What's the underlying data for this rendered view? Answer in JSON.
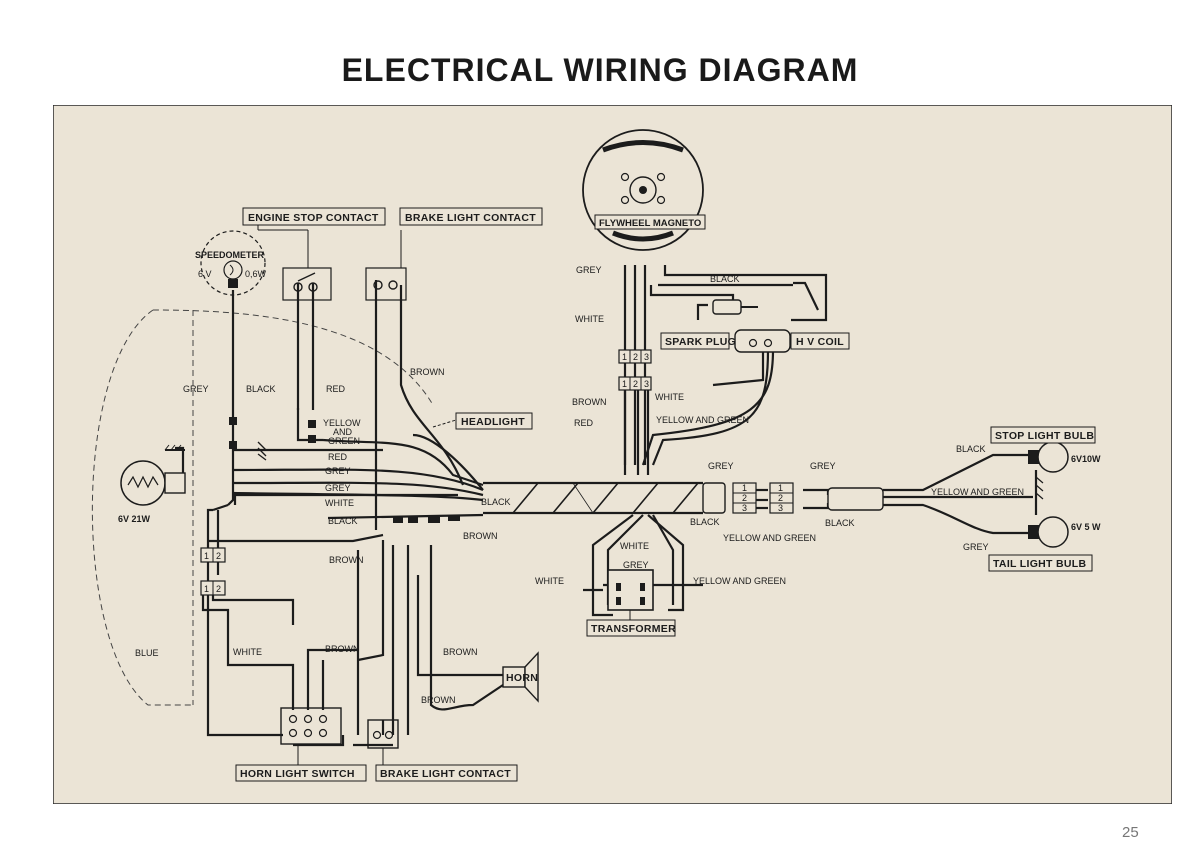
{
  "title": "ELECTRICAL WIRING DIAGRAM",
  "page_number": "25",
  "components": {
    "engine_stop_contact": "ENGINE STOP CONTACT",
    "brake_light_contact_top": "BRAKE LIGHT CONTACT",
    "flywheel_magneto": "FLYWHEEL MAGNETO",
    "speedometer": "SPEEDOMETER",
    "speedometer_v": "6 V",
    "speedometer_w": "0,6W",
    "headlight": "HEADLIGHT",
    "headlight_bulb": "6V 21W",
    "spark_plug": "SPARK PLUG",
    "hv_coil": "H V COIL",
    "stop_light_bulb": "STOP LIGHT BULB",
    "stop_bulb_rating": "6V10W",
    "tail_light_bulb": "TAIL LIGHT BULB",
    "tail_bulb_rating": "6V 5 W",
    "transformer": "TRANSFORMER",
    "horn": "HORN",
    "horn_light_switch": "HORN LIGHT SWITCH",
    "brake_light_contact_bottom": "BRAKE LIGHT CONTACT"
  },
  "wires": {
    "grey_left": "GREY",
    "black_left": "BLACK",
    "red_left": "RED",
    "yellow_and_green_left_1": "YELLOW",
    "yellow_and_green_left_2": "AND",
    "yellow_and_green_left_3": "GREEN",
    "brown_top": "BROWN",
    "red_bundle": "RED",
    "grey_bundle_1": "GREY",
    "grey_bundle_2": "GREY",
    "white_bundle": "WHITE",
    "black_bundle": "BLACK",
    "black_harness": "BLACK",
    "brown_harness": "BROWN",
    "brown_mid": "BROWN",
    "grey_magneto": "GREY",
    "white_magneto": "WHITE",
    "black_magneto": "BLACK",
    "brown_magneto": "BROWN",
    "white_magneto_2": "WHITE",
    "red_magneto": "RED",
    "yellow_green_coil": "YELLOW AND GREEN",
    "grey_conn_left": "GREY",
    "black_conn_left": "BLACK",
    "yellow_green_conn": "YELLOW AND GREEN",
    "grey_conn_right": "GREY",
    "black_conn_right": "BLACK",
    "black_tail": "BLACK",
    "yellow_green_tail": "YELLOW AND GREEN",
    "grey_tail": "GREY",
    "white_trans_top": "WHITE",
    "grey_trans": "GREY",
    "white_trans_left": "WHITE",
    "yellow_green_trans": "YELLOW AND GREEN",
    "blue": "BLUE",
    "white_bottom": "WHITE",
    "brown_bottom_1": "BROWN",
    "brown_horn": "BROWN",
    "brown_bottom_2": "BROWN"
  },
  "connector_pins": {
    "p1": "1",
    "p2": "2",
    "p3": "3"
  },
  "colors": {
    "paper": "#ebe4d6",
    "ink": "#1c1c1c",
    "border": "#2a2a2a"
  }
}
